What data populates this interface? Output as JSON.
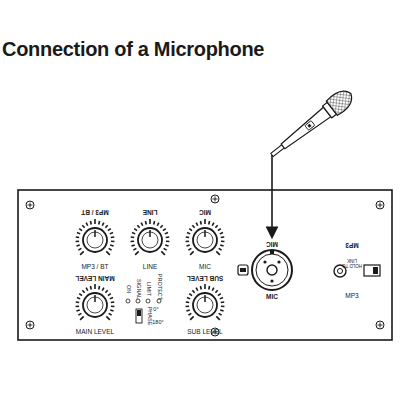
{
  "diagram": {
    "title": "Connection of a Microphone",
    "labels": [
      "MP3 / BT",
      "LINE",
      "MIC",
      "MP3 / BT",
      "LINE",
      "MIC",
      "MAIN LEVEL",
      "SUB LEVEL",
      "ON",
      "SIGNAL",
      "LIMIT",
      "PROTECT",
      "0°",
      "PHASE",
      "180°",
      "MAIN LEVEL",
      "SUB LEVEL",
      "MIC",
      "MIC",
      "MP3",
      "HOLD TO LINK",
      "MP3"
    ]
  }
}
